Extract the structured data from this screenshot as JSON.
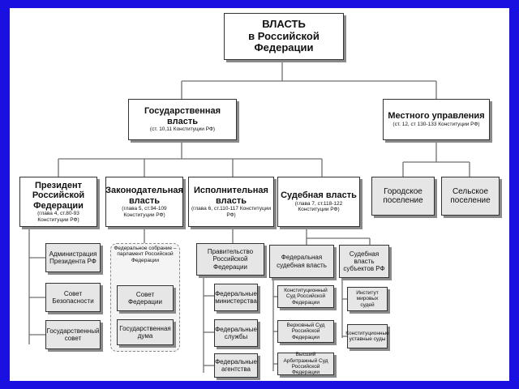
{
  "root": {
    "line1": "ВЛАСТЬ",
    "line2": "в Российской Федерации"
  },
  "state": {
    "title": "Государственная власть",
    "ref": "(ст. 10,11 Конституции РФ)"
  },
  "local": {
    "title": "Местного управления",
    "ref": "(ст. 12, ст 130-133 Конституции РФ)"
  },
  "branches": [
    {
      "title": "Президент Российской Федерации",
      "ref": "(глава 4, ст.80-93 Конституции РФ)"
    },
    {
      "title": "Законодательная власть",
      "ref": "(глава 5, ст.94-109 Конституции РФ)"
    },
    {
      "title": "Исполнительная власть",
      "ref": "(глава 6, ст.110-117 Конституции РФ)"
    },
    {
      "title": "Судебная власть",
      "ref": "(глава 7, ст.118-122 Конституции РФ)"
    }
  ],
  "local_items": [
    "Городское поселение",
    "Сельское поселение"
  ],
  "president_items": [
    "Администрация Президента РФ",
    "Совет Безопасности",
    "Государственный совет"
  ],
  "legislative": {
    "parliament": "Федеральное собрание – парламент Российской Федерации",
    "chambers": [
      "Совет Федерации",
      "Государственная дума"
    ]
  },
  "executive": {
    "government": "Правительство Российской Федерации",
    "items": [
      "Федеральные министерства",
      "Федеральные службы",
      "Федеральные агентства"
    ]
  },
  "judicial": {
    "federal": "Федеральная судебная власть",
    "federal_courts": [
      "Конституционный Суд Российской Федерации",
      "Верховный Суд Российской Федерации",
      "Высший Арбитражный Суд Российской Федерации"
    ],
    "subjects": "Судебная власть субъектов РФ",
    "subject_courts": [
      "Институт мировых судей",
      "Конституционные уставные суды"
    ]
  }
}
